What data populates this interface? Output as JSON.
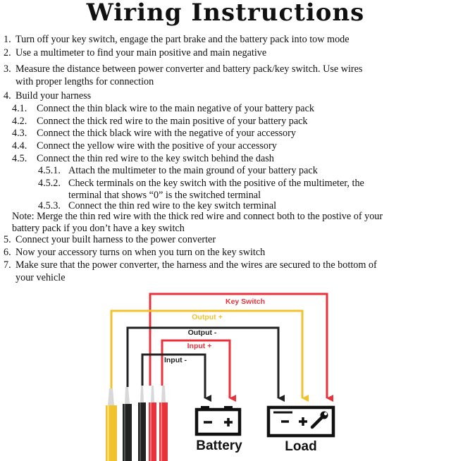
{
  "title": "Wiring Instructions",
  "steps": [
    {
      "num": "1.",
      "text": "Turn off your key switch, engage the part brake and the battery pack into tow mode"
    },
    {
      "num": "2.",
      "text": "Use a multimeter to find your main positive and main negative"
    },
    {
      "num": "3.",
      "text": "Measure the distance between power converter and battery pack/key switch. Use wires",
      "cont": "with proper lengths for connection"
    },
    {
      "num": "4.",
      "text": "Build your harness"
    },
    {
      "num": "4.1.",
      "text": "Connect the thin black wire to the main negative of your battery pack"
    },
    {
      "num": "4.2.",
      "text": "Connect the thick red wire to the main positive of your battery pack"
    },
    {
      "num": "4.3.",
      "text": "Connect the thick black wire with the negative of your accessory"
    },
    {
      "num": "4.4.",
      "text": "Connect the yellow wire with the positive of your accessory"
    },
    {
      "num": "4.5.",
      "text": "Connect the thin red wire to the key switch behind the dash"
    },
    {
      "num": "4.5.1.",
      "text": "Attach the multimeter to the main ground of your battery pack"
    },
    {
      "num": "4.5.2.",
      "text": "Check terminals on the key switch with the positive of the multimeter, the",
      "cont": "terminal that shows “0” is the switched terminal"
    },
    {
      "num": "4.5.3.",
      "text": "Connect the thin red wire to the key switch terminal"
    },
    {
      "num": "",
      "text": "Note: Merge the thin red wire with the thick red wire and connect both to the postive of your",
      "cont": "battery pack if you don’t have a key switch"
    },
    {
      "num": "5.",
      "text": "Connect your built harness to the power converter"
    },
    {
      "num": "6.",
      "text": "Now your accessory turns on when you turn on the key switch"
    },
    {
      "num": "7.",
      "text": "Make sure that the power converter, the harness and the wires are secured to the bottom of",
      "cont": "your vehicle"
    }
  ],
  "diagram": {
    "labels": {
      "key_switch": "Key Switch",
      "output_pos": "Output +",
      "output_neg": "Output -",
      "input_pos": "Input +",
      "input_neg": "Input -",
      "battery": "Battery",
      "load": "Load"
    },
    "colors": {
      "red": "#e8323c",
      "yellow": "#f2c12e",
      "black": "#222222"
    }
  }
}
